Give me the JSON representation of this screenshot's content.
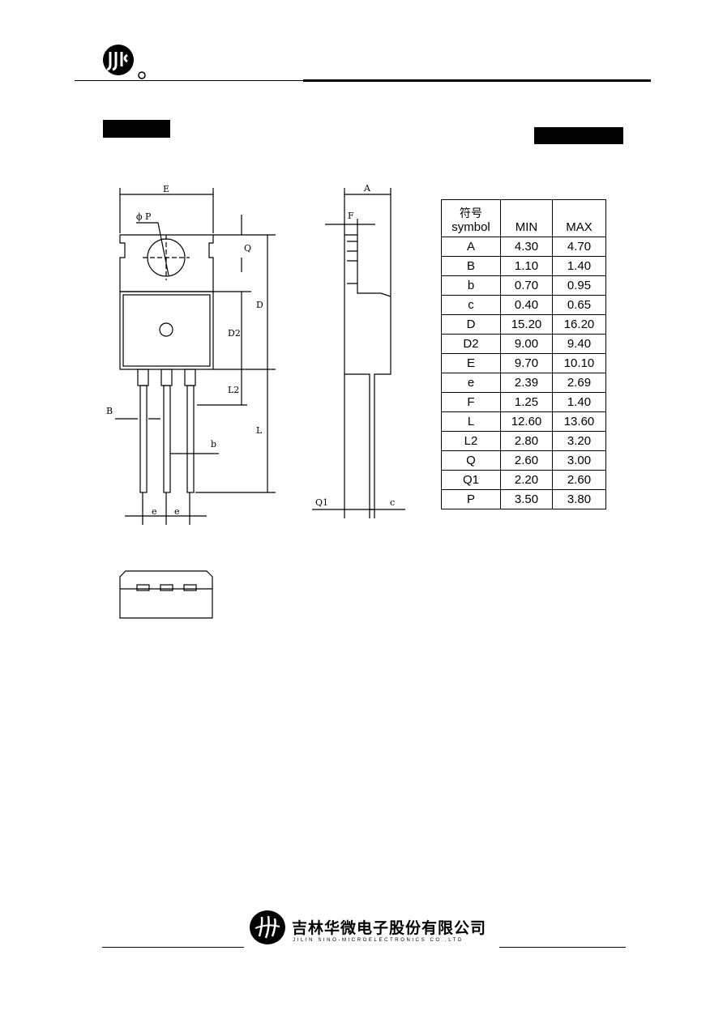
{
  "header": {
    "logo_icon": "company-logo-jsp"
  },
  "drawing_labels": {
    "E": "E",
    "phiP": "ϕ P",
    "Q": "Q",
    "D": "D",
    "D2": "D2",
    "L2": "L2",
    "L": "L",
    "B": "B",
    "b": "b",
    "e1": "e",
    "e2": "e",
    "A": "A",
    "F": "F",
    "Q1": "Q1",
    "c": "c"
  },
  "table": {
    "header": {
      "symbol_cn": "符号",
      "symbol_en": "symbol",
      "min": "MIN",
      "max": "MAX"
    },
    "rows": [
      [
        "A",
        "4.30",
        "4.70"
      ],
      [
        "B",
        "1.10",
        "1.40"
      ],
      [
        "b",
        "0.70",
        "0.95"
      ],
      [
        "c",
        "0.40",
        "0.65"
      ],
      [
        "D",
        "15.20",
        "16.20"
      ],
      [
        "D2",
        "9.00",
        "9.40"
      ],
      [
        "E",
        "9.70",
        "10.10"
      ],
      [
        "e",
        "2.39",
        "2.69"
      ],
      [
        "F",
        "1.25",
        "1.40"
      ],
      [
        "L",
        "12.60",
        "13.60"
      ],
      [
        "L2",
        "2.80",
        "3.20"
      ],
      [
        "Q",
        "2.60",
        "3.00"
      ],
      [
        "Q1",
        "2.20",
        "2.60"
      ],
      [
        "P",
        "3.50",
        "3.80"
      ]
    ]
  },
  "footer": {
    "company_cn": "吉林华微电子股份有限公司",
    "company_en": "JILIN SINO-MICROELECTRONICS CO.,LTD",
    "logo_icon": "sino-microelectronics-logo"
  }
}
